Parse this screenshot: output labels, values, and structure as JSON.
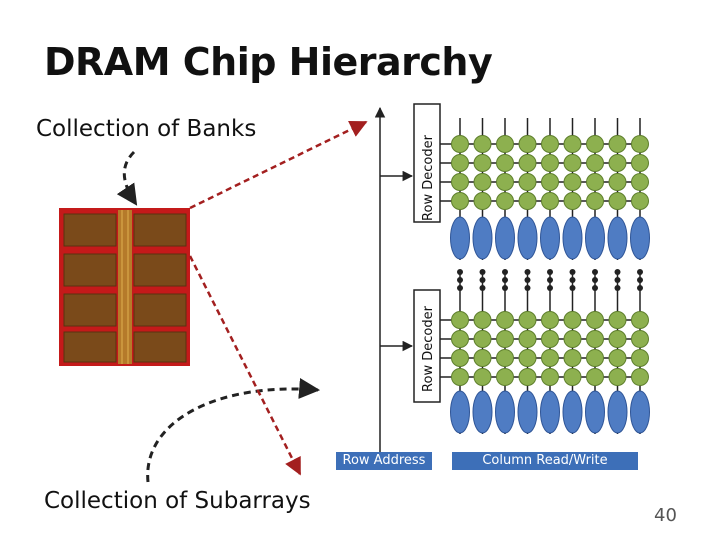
{
  "title": "DRAM Chip Hierarchy",
  "labels": {
    "banks": "Collection of Banks",
    "subarrays": "Collection of Subarrays",
    "row_decoder_top": "Row Decoder",
    "row_decoder_bottom": "Row Decoder",
    "row_address": "Row Address",
    "column_read_write": "Column Read/Write"
  },
  "page_number": "40",
  "colors": {
    "cell_fill": "#8db04f",
    "cell_stroke": "#5e7f2c",
    "sense_amp_fill": "#4f7cc3",
    "sense_amp_stroke": "#2f5597",
    "arrow_red": "#a31f1f",
    "chip_red": "#c41a1a",
    "chip_bank": "#7a4a1a",
    "label_box_blue": "#3d6fb8"
  }
}
